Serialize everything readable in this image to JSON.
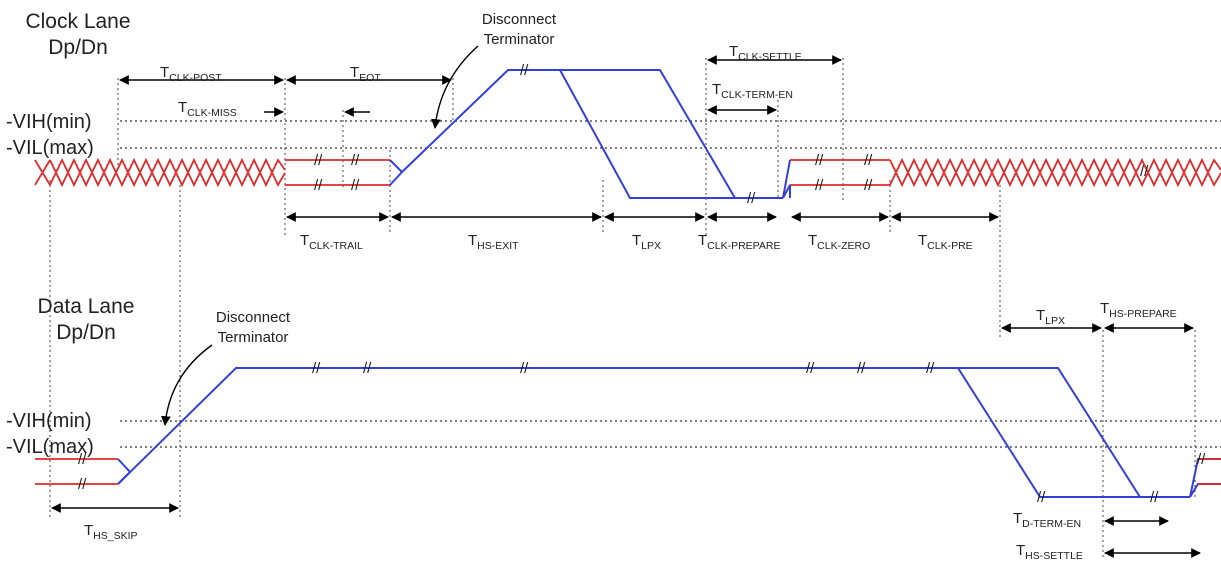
{
  "clock_lane": {
    "title_line1": "Clock Lane",
    "title_line2": "Dp/Dn",
    "vih": "-VIH(min)",
    "vil": "-VIL(max)",
    "annotation_line1": "Disconnect",
    "annotation_line2": "Terminator",
    "timing": {
      "clk_post": {
        "main": "T",
        "sub": "CLK-POST"
      },
      "eot": {
        "main": "T",
        "sub": "EOT"
      },
      "clk_miss": {
        "main": "T",
        "sub": "CLK-MISS"
      },
      "clk_settle": {
        "main": "T",
        "sub": "CLK-SETTLE"
      },
      "clk_term_en": {
        "main": "T",
        "sub": "CLK-TERM-EN"
      },
      "clk_trail": {
        "main": "T",
        "sub": "CLK-TRAIL"
      },
      "hs_exit": {
        "main": "T",
        "sub": "HS-EXIT"
      },
      "lpx": {
        "main": "T",
        "sub": "LPX"
      },
      "clk_prepare": {
        "main": "T",
        "sub": "CLK-PREPARE"
      },
      "clk_zero": {
        "main": "T",
        "sub": "CLK-ZERO"
      },
      "clk_pre": {
        "main": "T",
        "sub": "CLK-PRE"
      }
    }
  },
  "data_lane": {
    "title_line1": "Data Lane",
    "title_line2": "Dp/Dn",
    "vih": "-VIH(min)",
    "vil": "-VIL(max)",
    "annotation_line1": "Disconnect",
    "annotation_line2": "Terminator",
    "timing": {
      "lpx": {
        "main": "T",
        "sub": "LPX"
      },
      "hs_prepare": {
        "main": "T",
        "sub": "HS-PREPARE"
      },
      "hs_skip": {
        "main": "T",
        "sub": "HS_SKIP"
      },
      "d_term_en": {
        "main": "T",
        "sub": "D-TERM-EN"
      },
      "hs_settle": {
        "main": "T",
        "sub": "HS-SETTLE"
      }
    }
  },
  "break_mark": "//",
  "colors": {
    "lp_signal": "#3340d6",
    "hs_signal": "#dd2b2b",
    "annotation": "#000000"
  }
}
